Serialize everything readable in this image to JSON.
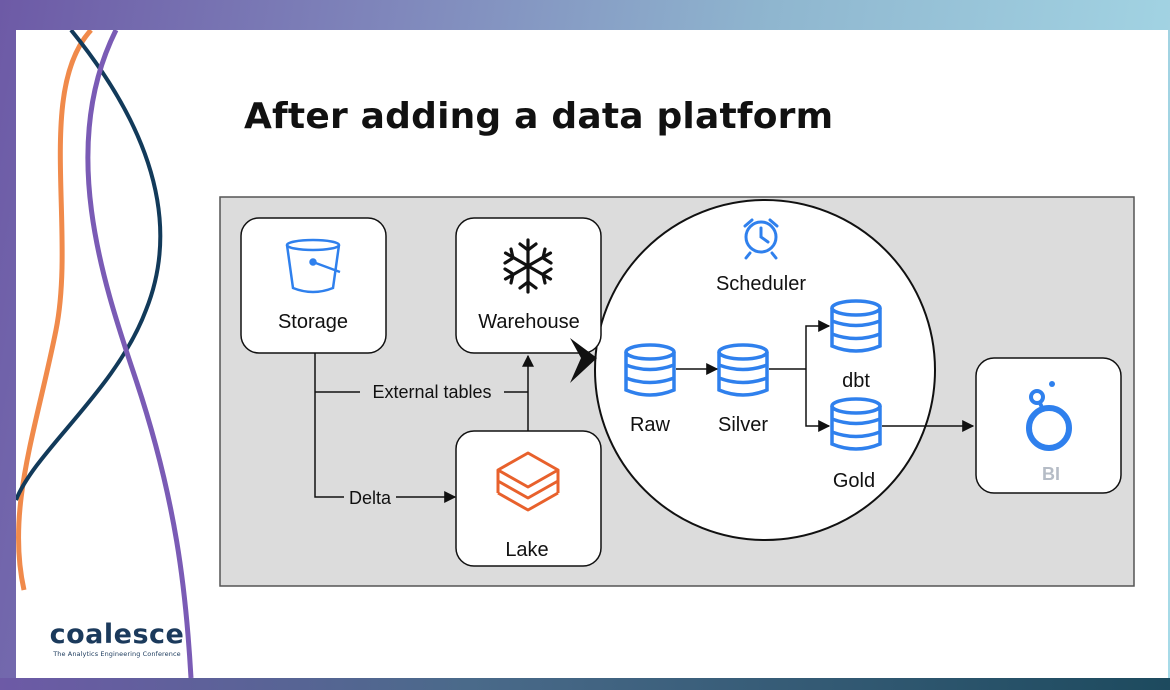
{
  "slide": {
    "title": "After adding a data platform"
  },
  "diagram": {
    "nodes": {
      "storage": "Storage",
      "warehouse": "Warehouse",
      "lake": "Lake",
      "scheduler": "Scheduler",
      "raw": "Raw",
      "silver": "Silver",
      "dbt": "dbt",
      "gold": "Gold",
      "bi": "BI"
    },
    "edges": {
      "external_tables": "External tables",
      "delta": "Delta"
    }
  },
  "branding": {
    "logo_text": "coalesce",
    "tagline": "The Analytics Engineering Conference"
  },
  "colors": {
    "background_gradient_start": "#6d5aa6",
    "background_gradient_end": "#a7dbe8",
    "panel": "#dcdcdc",
    "db_icon_blue": "#2f80ed",
    "lake_orange": "#e8612c",
    "brand_navy": "#1b3a5c",
    "curve_orange": "#f08a4b",
    "curve_purple": "#7a5bb5",
    "curve_navy": "#123a5a"
  }
}
